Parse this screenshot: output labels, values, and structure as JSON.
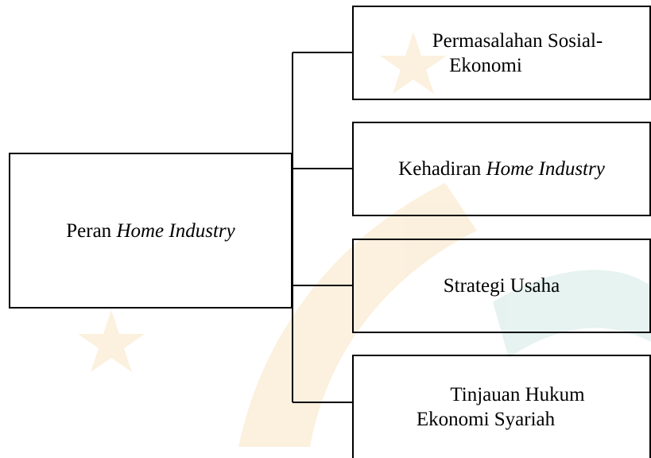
{
  "root": {
    "label": "Peran",
    "label_italic": "Home Industry"
  },
  "branches": [
    {
      "label": "Permasalahan Sosial-Ekonomi",
      "label_italic": ""
    },
    {
      "label": "Kehadiran",
      "label_italic": "Home Industry"
    },
    {
      "label": "Strategi Usaha",
      "label_italic": ""
    },
    {
      "label": "Tinjauan Hukum Ekonomi Syariah",
      "label_italic": ""
    }
  ],
  "colors": {
    "line": "#000000",
    "watermark_gold": "#f3c47a",
    "watermark_teal": "#9ccfc4"
  }
}
